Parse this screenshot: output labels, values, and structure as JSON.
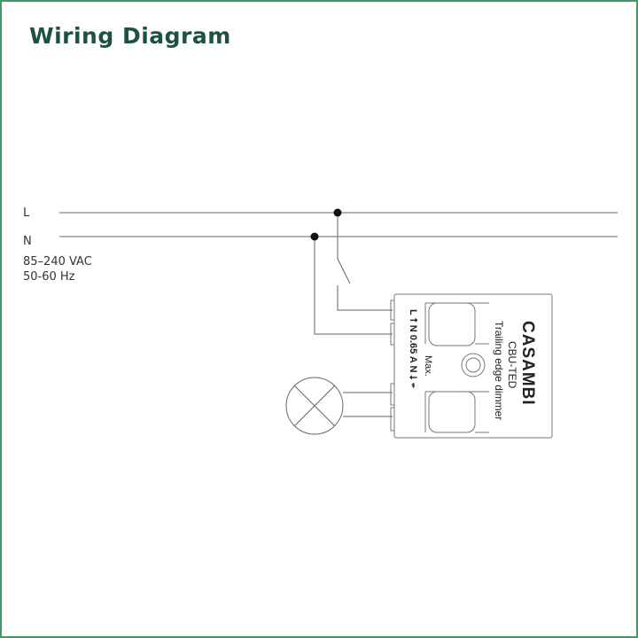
{
  "title": "Wiring Diagram",
  "lines": {
    "live": "L",
    "neutral": "N"
  },
  "supply": {
    "voltage": "85–240 VAC",
    "frequency": "50-60 Hz"
  },
  "device": {
    "brand": "CASAMBI",
    "model": "CBU-TED",
    "description": "Trailing edge dimmer",
    "max_label": "Max.",
    "terminals": "L  ⭡  N   0.65 A   N  ⭣  ≁"
  },
  "colors": {
    "title": "#1d5140",
    "border": "#3f9a68",
    "wire": "#555555"
  }
}
